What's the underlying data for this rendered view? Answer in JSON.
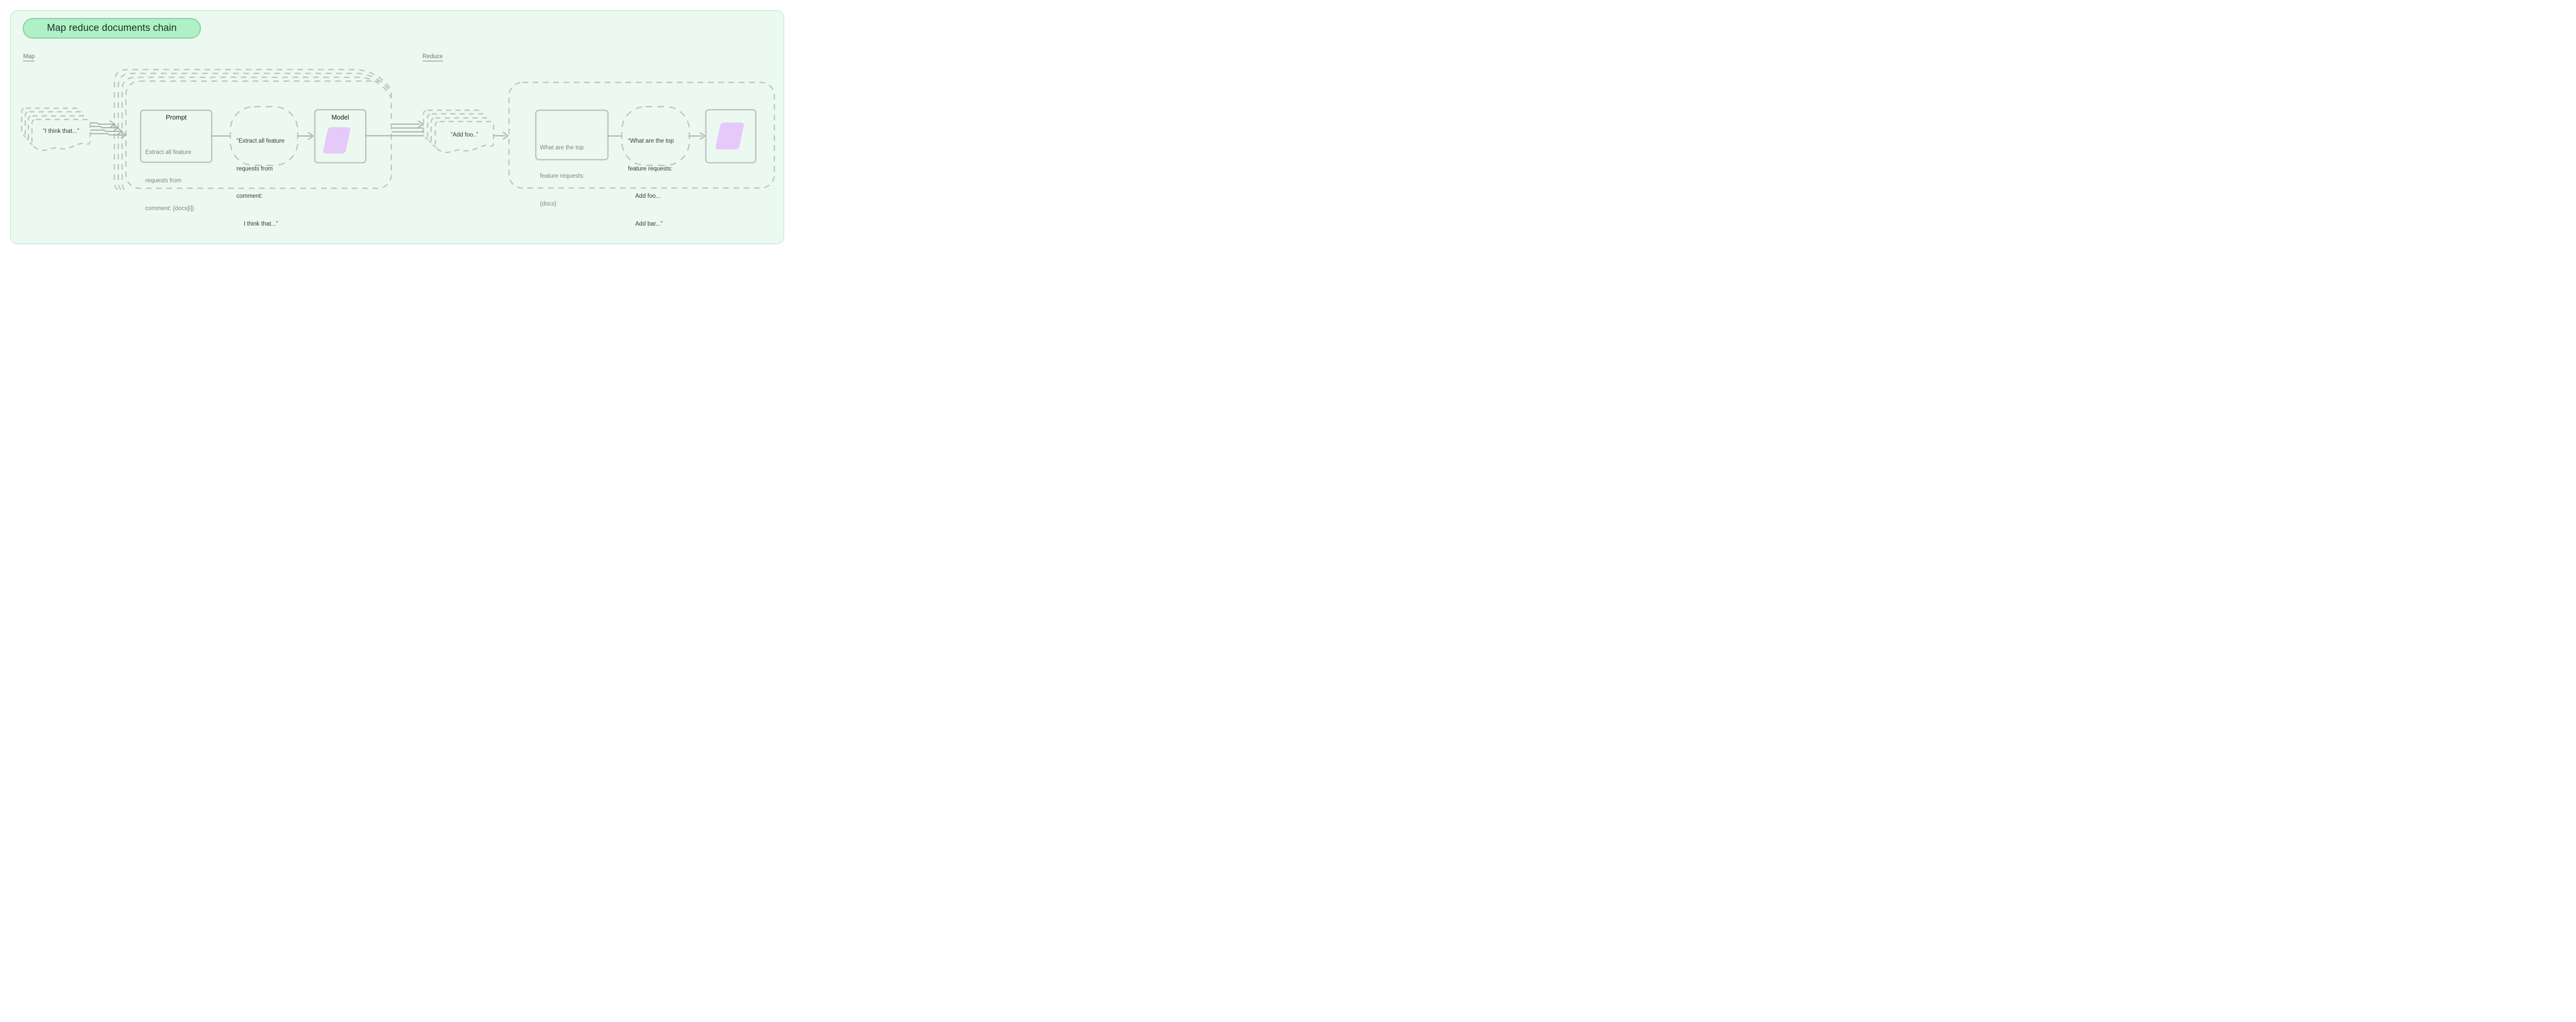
{
  "title": "Map reduce documents chain",
  "sections": {
    "map": "Map",
    "reduce": "Reduce"
  },
  "map": {
    "input_doc_text": "“I think that...”",
    "prompt_box": {
      "title": "Prompt",
      "body_lines": [
        "Extract all feature",
        "requests from",
        "comment: {docs[i]}"
      ]
    },
    "formatted_prompt_lines": [
      "“Extract all feature",
      "requests from",
      "comment:",
      "I think that...”"
    ],
    "model_box_title": "Model",
    "output_doc_text": "“Add foo..”"
  },
  "reduce": {
    "prompt_box_lines": [
      "What are the top",
      "feature requests:",
      "{docs}"
    ],
    "formatted_prompt_lines": [
      "“What are the top",
      "feature requests:",
      "Add foo...",
      "Add bar...”"
    ]
  },
  "icons": {
    "model_output_shape": "parallelogram-icon",
    "document_shape": "document-icon"
  },
  "colors": {
    "panel_bg": "#ecf9f1",
    "panel_border": "#a9e6c1",
    "badge_bg": "#aff0c7",
    "badge_border": "#8fcaa6",
    "badge_text": "#17301f",
    "dashed_stroke": "#bdc4bf",
    "solid_box_stroke": "#bdc4bf",
    "arrow_stroke": "#a6ada9",
    "dark_text": "#343c37",
    "muted_text": "#7d8680",
    "label_text": "#6d7772",
    "model_fill": "#e5c9f9"
  }
}
